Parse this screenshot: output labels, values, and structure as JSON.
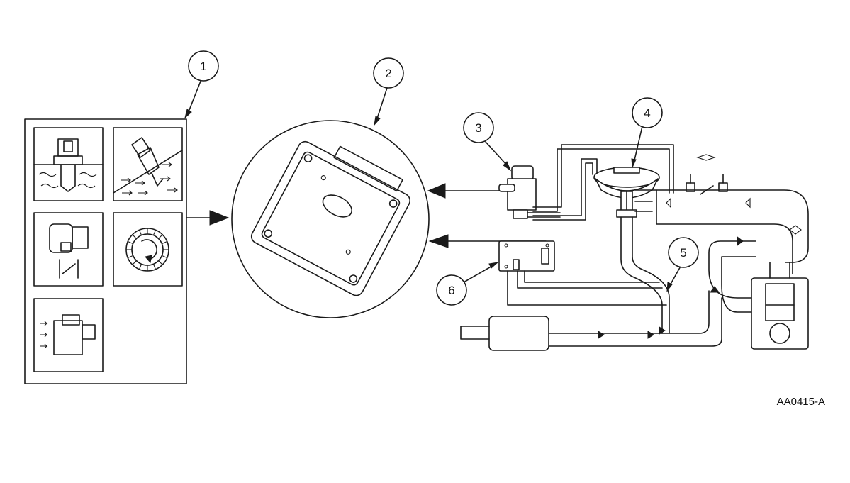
{
  "callouts": {
    "c1": "1",
    "c2": "2",
    "c3": "3",
    "c4": "4",
    "c5": "5",
    "c6": "6"
  },
  "figure_ref": "AA0415-A",
  "sensor_icons": [
    "coolant-temp-sensor-icon",
    "air-temp-sensor-icon",
    "throttle-position-sensor-icon",
    "crankshaft-position-sensor-icon",
    "mass-airflow-sensor-icon"
  ]
}
